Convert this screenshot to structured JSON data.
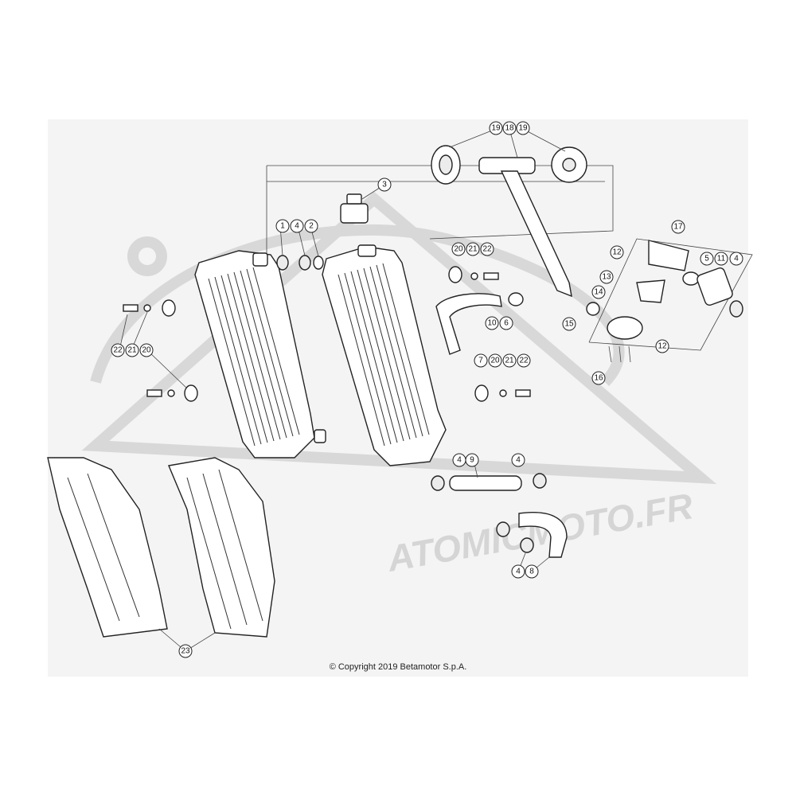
{
  "copyright": "© Copyright 2019 Betamotor S.p.A.",
  "watermark": "ATOMICMOTO.FR",
  "callouts": [
    "19",
    "18",
    "19",
    "3",
    "1",
    "4",
    "2",
    "20",
    "21",
    "22",
    "17",
    "12",
    "5",
    "11",
    "4",
    "13",
    "14",
    "15",
    "10",
    "6",
    "12",
    "16",
    "22",
    "21",
    "20",
    "7",
    "20",
    "21",
    "22",
    "4",
    "9",
    "4",
    "4",
    "8",
    "23"
  ],
  "parts": [
    "left-radiator",
    "right-radiator",
    "radiator-cap",
    "hose-tube",
    "thermostat-housing",
    "left-radiator-guard",
    "right-radiator-guard",
    "curved-hose",
    "straight-hose",
    "elbow-hose"
  ]
}
